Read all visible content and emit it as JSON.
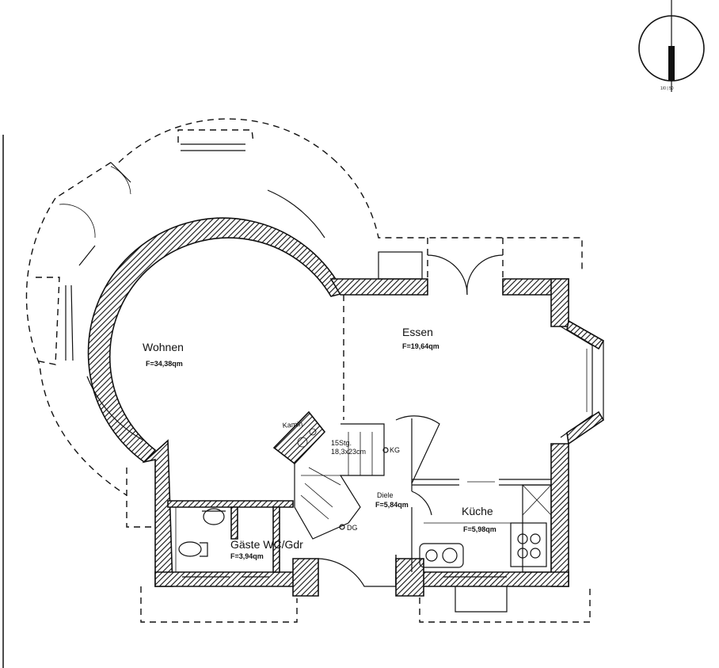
{
  "rooms": {
    "wohnen": {
      "name": "Wohnen",
      "area": "F=34,38qm"
    },
    "essen": {
      "name": "Essen",
      "area": "F=19,64qm"
    },
    "diele": {
      "name": "Diele",
      "area": "F=5,84qm"
    },
    "kueche": {
      "name": "Küche",
      "area": "F=5,98qm"
    },
    "gaeste": {
      "name": "Gäste WC/Gdr",
      "area": "F=3,94qm"
    }
  },
  "stairs": {
    "kamin_label": "Kamin",
    "steps_label": "15Stg.",
    "step_size_label": "18,3x23cm",
    "kg_label": "KG",
    "dg_label": "DG"
  },
  "north_arrow": {
    "scale_label": "1/0 | 50"
  }
}
